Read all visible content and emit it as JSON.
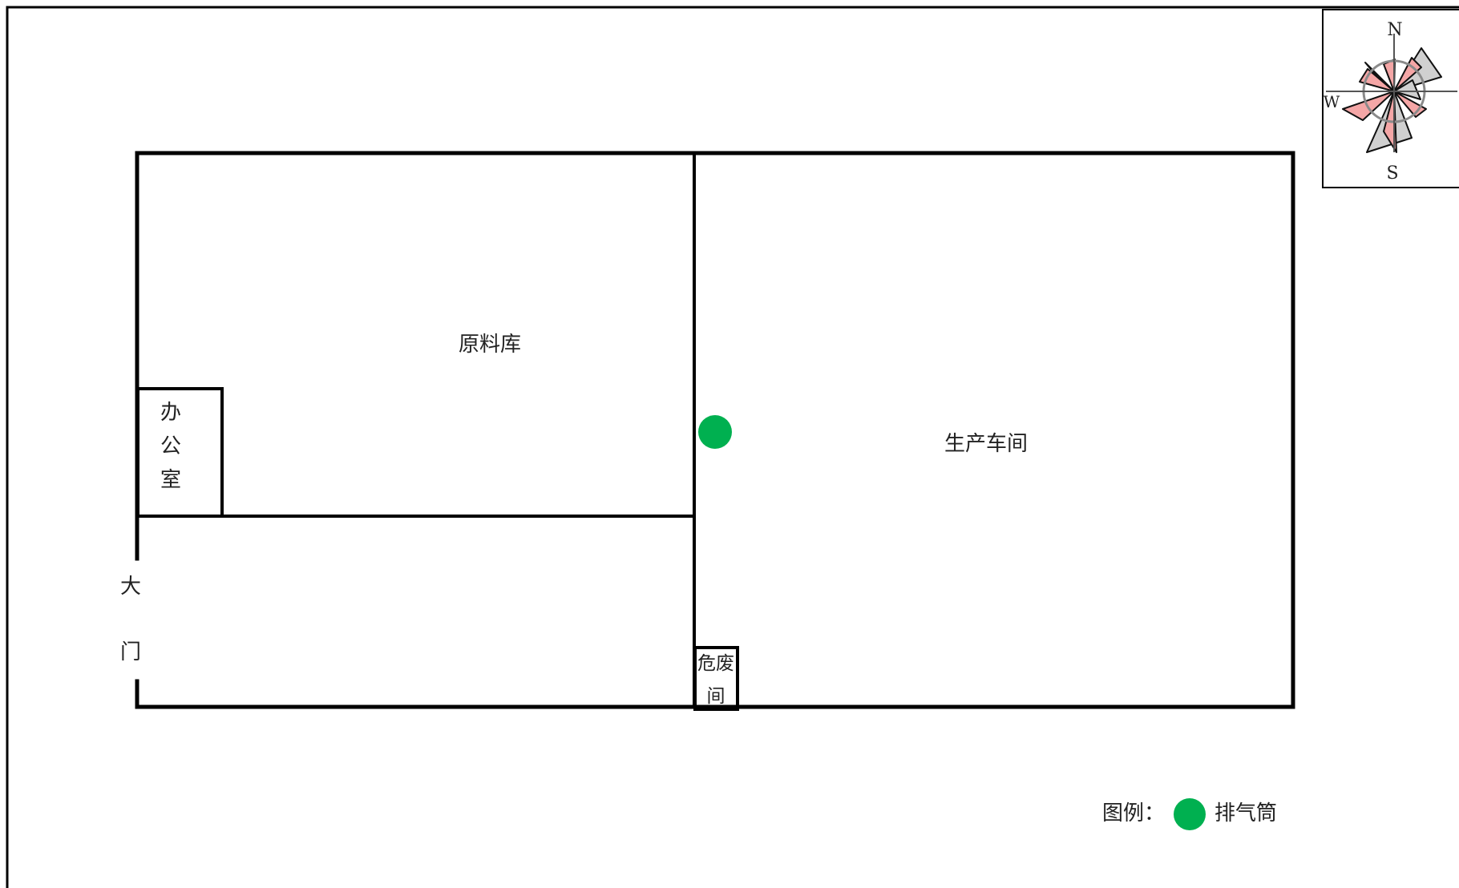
{
  "rooms": {
    "raw_material_store": "原料库",
    "production_workshop": "生产车间",
    "office": [
      "办",
      "公",
      "室"
    ],
    "hazardous_waste_room": [
      "危废",
      "间"
    ]
  },
  "gate": [
    "大",
    "门"
  ],
  "compass": {
    "north": "N",
    "south": "S",
    "west": "W"
  },
  "legend": {
    "title": "图例：",
    "exhaust_stack_label": "排气筒"
  },
  "colors": {
    "exhaust_stack": "#00b050",
    "wind_rose_red": "#f4a6a6",
    "wind_rose_gray": "#d0d0d0",
    "wall": "#000000"
  },
  "icons": {
    "exhaust_stack": "green-dot-icon",
    "compass": "wind-rose-icon"
  }
}
